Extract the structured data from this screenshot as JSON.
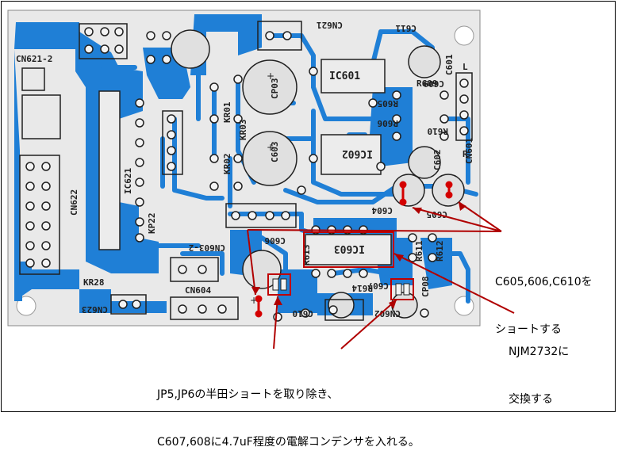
{
  "colors": {
    "board": "#e9e9e9",
    "copper": "#1f7fd6",
    "pad": "#f2f2f2",
    "silk": "#202020",
    "highlight": "#d40000",
    "callout_line": "#b00000"
  },
  "callouts": {
    "shorts": {
      "line1": "C605,606,C610を",
      "line2": "ショートする"
    },
    "replace": {
      "line1": "NJM2732に",
      "line2": "交換する"
    },
    "jumpers": {
      "line1": "JP5,JP6の半田ショートを取り除き、",
      "line2": "C607,608に4.7uF程度の電解コンデンサを入れる。"
    }
  },
  "silk": {
    "cn621": "CN621",
    "cn621_2": "CN621-2",
    "ic601": "IC601",
    "ic602": "IC602",
    "ic603": "IC603",
    "c611": "C611",
    "c601": "C601",
    "c602": "C602",
    "c603": "C603",
    "c604": "C604",
    "c605": "C605",
    "c606": "C606",
    "c607": "C607",
    "c609": "C609",
    "c610": "C610",
    "cp03": "CP03",
    "cp08": "CP08",
    "r605": "R605",
    "r606": "R606",
    "r609": "R609",
    "r610": "R610",
    "r611": "R611",
    "r612": "R612",
    "r613": "R613",
    "r614": "R614",
    "kr01": "KR01",
    "kr02": "KR02",
    "kr03": "KR03",
    "cn602": "CN602",
    "cn603_2": "CN603-2",
    "cn604": "CN604",
    "cn623": "CN623",
    "cn601": "CN601",
    "ic621": "IC621",
    "cn622": "CN622",
    "kp22": "KP22",
    "kr28": "KR28",
    "pin_l": "L",
    "pin_r": "R"
  }
}
